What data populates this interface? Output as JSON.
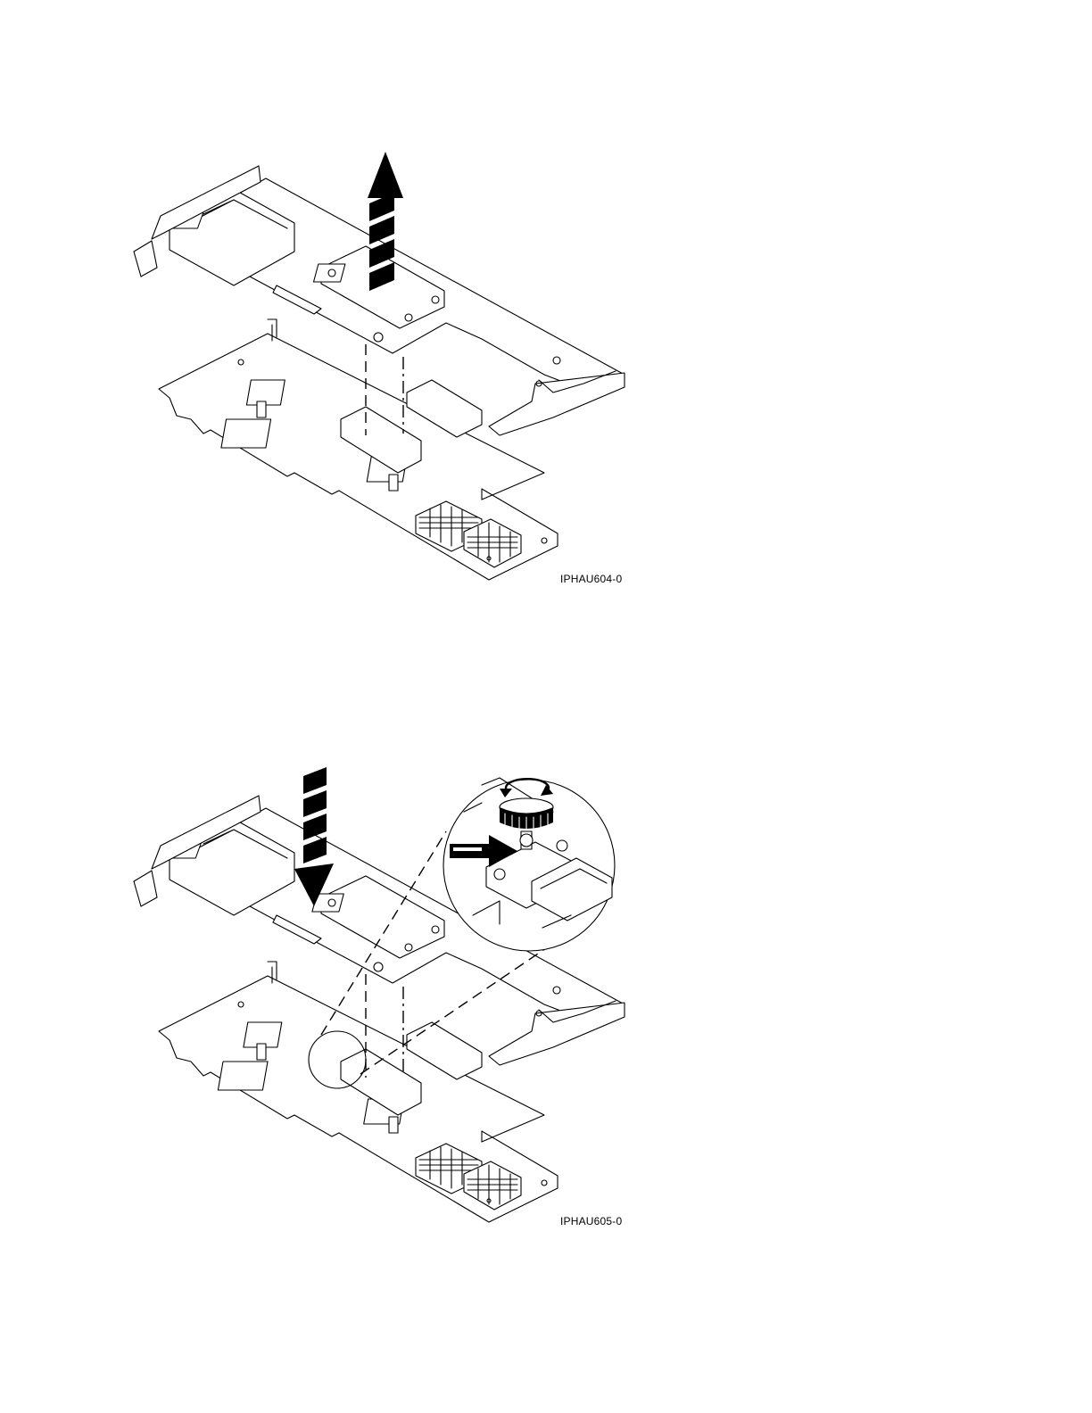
{
  "figures": [
    {
      "id": "fig1",
      "caption": "IPHAU604-0",
      "arrow_direction": "up",
      "has_detail_callout": false
    },
    {
      "id": "fig2",
      "caption": "IPHAU605-0",
      "arrow_direction": "down",
      "has_detail_callout": true
    }
  ],
  "icons": {
    "up_arrow": "striped-up-arrow-icon",
    "down_arrow": "striped-down-arrow-icon",
    "push_arrow": "push-right-arrow-icon",
    "rotate": "rotate-screw-icon"
  },
  "colors": {
    "line": "#000000",
    "background": "#ffffff"
  }
}
